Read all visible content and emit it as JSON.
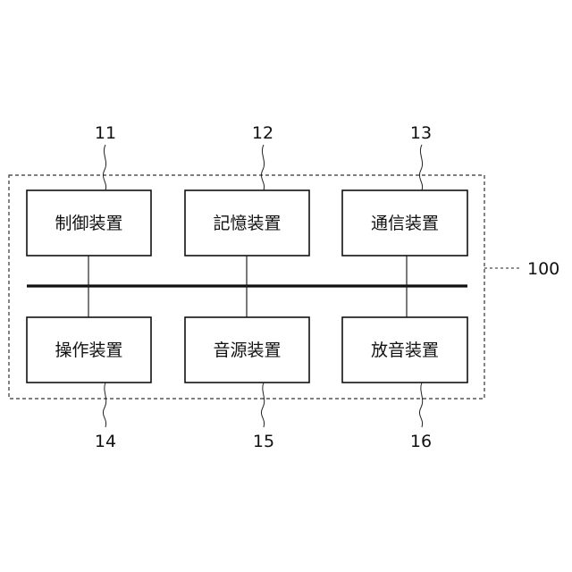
{
  "system": {
    "ref": "100"
  },
  "devices": {
    "control": {
      "label": "制御装置",
      "ref": "11"
    },
    "storage": {
      "label": "記憶装置",
      "ref": "12"
    },
    "communication": {
      "label": "通信装置",
      "ref": "13"
    },
    "operation": {
      "label": "操作装置",
      "ref": "14"
    },
    "sound_source": {
      "label": "音源装置",
      "ref": "15"
    },
    "sound_emission": {
      "label": "放音装置",
      "ref": "16"
    }
  }
}
